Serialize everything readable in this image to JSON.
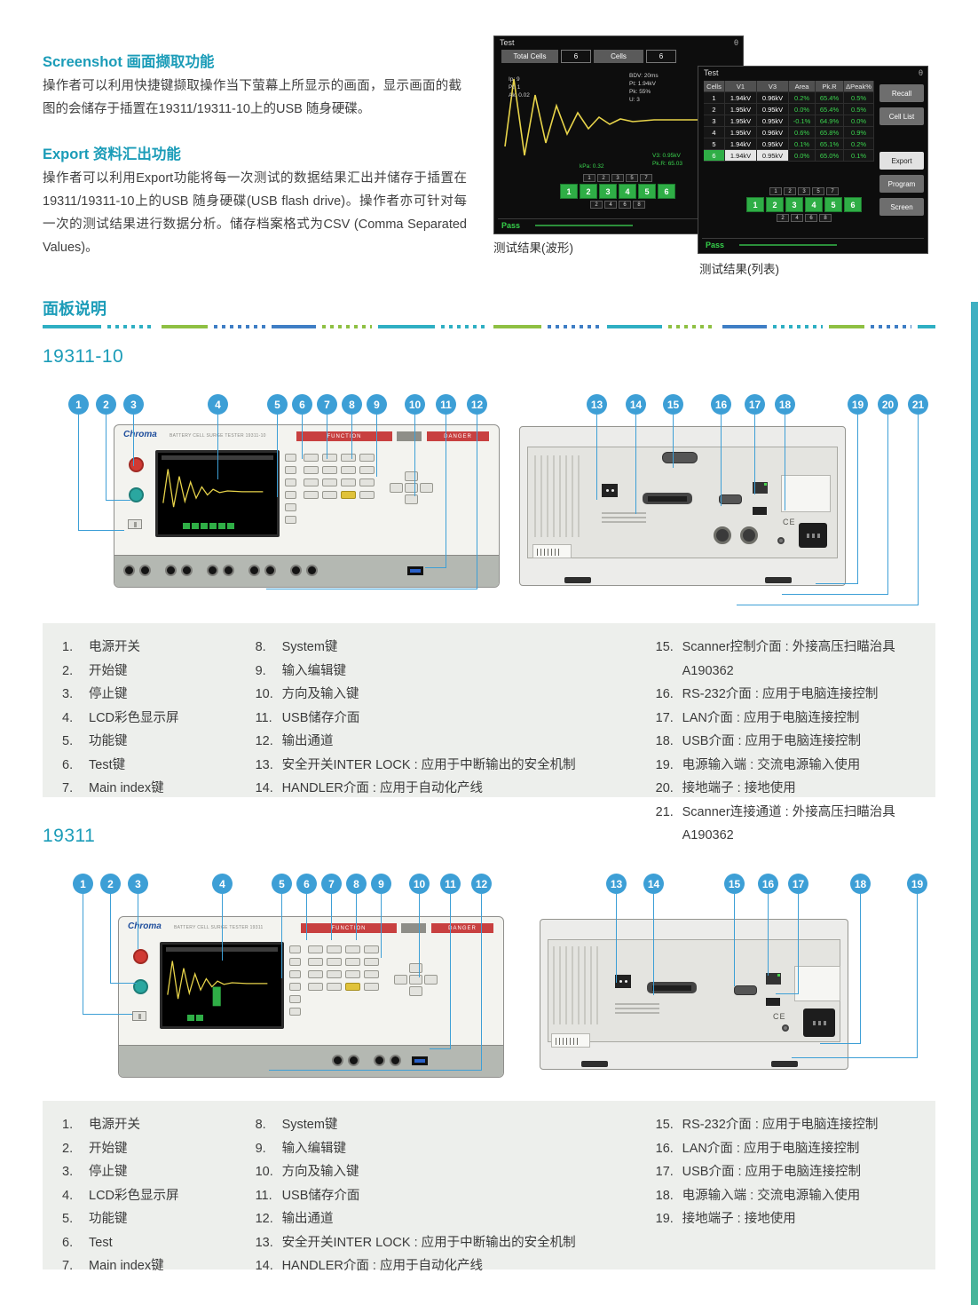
{
  "theme": {
    "accent": "#1b9cb8",
    "callout_blue": "#3d9fd6",
    "pass_green": "#35d04a",
    "wave_yellow": "#e8d44a"
  },
  "intro": {
    "screenshot_title": "Screenshot 画面撷取功能",
    "screenshot_body": "操作者可以利用快捷键撷取操作当下萤幕上所显示的画面，显示画面的截图的会储存于插置在19311/19311-10上的USB 随身硬碟。",
    "export_title": "Export 资料汇出功能",
    "export_body": "操作者可以利用Export功能将每一次测试的数据结果汇出并储存于插置在19311/19311-10上的USB 随身硬碟(USB flash drive)。操作者亦可针对每一次的测试结果进行数据分析。储存档案格式为CSV (Comma Separated Values)。"
  },
  "screens": {
    "wave": {
      "caption": "测试结果(波形)",
      "title": "Test",
      "corner": "θ",
      "header": [
        "Total Cells",
        "6",
        "Cells",
        "6"
      ],
      "ann_left": [
        "Ip: 9",
        "Pt: 1",
        "Ak: 0.02"
      ],
      "ann_right": [
        "BDV: 20ms",
        "Pt: 1.94kV",
        "Pk: 55%",
        "U: 3"
      ],
      "ann_mid": "kPa: 0.32",
      "ann_bottom": [
        "V3: 0.95kV",
        "Pk.R: 65.03"
      ],
      "grid_top": [
        "1",
        "2",
        "3",
        "5",
        "7"
      ],
      "grid_main": [
        "1",
        "2",
        "3",
        "4",
        "5",
        "6"
      ],
      "grid_bottom": [
        "2",
        "4",
        "6",
        "8"
      ],
      "status": "Pass"
    },
    "list": {
      "caption": "测试结果(列表)",
      "title": "Test",
      "corner": "θ",
      "headers": [
        "Cells",
        "V1",
        "V3",
        "Area",
        "Pk.R",
        "ΔPeak%"
      ],
      "rows": [
        {
          "c": "1",
          "v1": "1.94kV",
          "v3": "0.96kV",
          "area": "0.2%",
          "pkr": "65.4%",
          "dpeak": "0.5%"
        },
        {
          "c": "2",
          "v1": "1.95kV",
          "v3": "0.95kV",
          "area": "0.0%",
          "pkr": "65.4%",
          "dpeak": "0.5%"
        },
        {
          "c": "3",
          "v1": "1.95kV",
          "v3": "0.95kV",
          "area": "-0.1%",
          "pkr": "64.9%",
          "dpeak": "0.0%"
        },
        {
          "c": "4",
          "v1": "1.95kV",
          "v3": "0.96kV",
          "area": "0.6%",
          "pkr": "65.8%",
          "dpeak": "0.9%"
        },
        {
          "c": "5",
          "v1": "1.94kV",
          "v3": "0.95kV",
          "area": "0.1%",
          "pkr": "65.1%",
          "dpeak": "0.2%"
        },
        {
          "c": "6",
          "v1": "1.94kV",
          "v3": "0.95kV",
          "area": "0.0%",
          "pkr": "65.0%",
          "dpeak": "0.1%"
        }
      ],
      "buttons": [
        "Recall",
        "Cell List",
        "Export",
        "Program",
        "Screen"
      ],
      "grid_top": [
        "1",
        "2",
        "3",
        "5",
        "7"
      ],
      "grid_main": [
        "1",
        "2",
        "3",
        "4",
        "5",
        "6"
      ],
      "grid_bottom": [
        "2",
        "4",
        "6",
        "8"
      ],
      "status": "Pass"
    }
  },
  "panel_section_title": "面板说明",
  "device_labels": {
    "logo": "Chroma",
    "function": "FUNCTION",
    "danger": "DANGER",
    "ce": "CE"
  },
  "m1": {
    "name": "19311-10",
    "subtitle": "BATTERY CELL SURGE TESTER 19311-10",
    "front_callouts": [
      "1",
      "2",
      "3",
      "4",
      "5",
      "6",
      "7",
      "8",
      "9",
      "10",
      "11",
      "12"
    ],
    "rear_callouts": [
      "13",
      "14",
      "15",
      "16",
      "17",
      "18",
      "19",
      "20",
      "21"
    ],
    "legend": {
      "c1": [
        {
          "n": "1.",
          "t": "电源开关"
        },
        {
          "n": "2.",
          "t": "开始键"
        },
        {
          "n": "3.",
          "t": "停止键"
        },
        {
          "n": "4.",
          "t": "LCD彩色显示屏"
        },
        {
          "n": "5.",
          "t": "功能键"
        },
        {
          "n": "6.",
          "t": "Test键"
        },
        {
          "n": "7.",
          "t": "Main index键"
        }
      ],
      "c2": [
        {
          "n": "8.",
          "t": "System键"
        },
        {
          "n": "9.",
          "t": "输入编辑键"
        },
        {
          "n": "10.",
          "t": "方向及输入键"
        },
        {
          "n": "11.",
          "t": "USB储存介面"
        },
        {
          "n": "12.",
          "t": "输出通道"
        },
        {
          "n": "13.",
          "t": "安全开关INTER LOCK : 应用于中断输出的安全机制"
        },
        {
          "n": "14.",
          "t": "HANDLER介面 : 应用于自动化产线"
        }
      ],
      "c3": [
        {
          "n": "15.",
          "t": "Scanner控制介面 : 外接高压扫瞄治具A190362"
        },
        {
          "n": "16.",
          "t": "RS-232介面 : 应用于电脑连接控制"
        },
        {
          "n": "17.",
          "t": "LAN介面 : 应用于电脑连接控制"
        },
        {
          "n": "18.",
          "t": "USB介面 : 应用于电脑连接控制"
        },
        {
          "n": "19.",
          "t": "电源输入端 : 交流电源输入使用"
        },
        {
          "n": "20.",
          "t": "接地端子 : 接地使用"
        },
        {
          "n": "21.",
          "t": "Scanner连接通道 : 外接高压扫瞄治具A190362"
        }
      ]
    }
  },
  "m2": {
    "name": "19311",
    "subtitle": "BATTERY CELL SURGE TESTER 19311",
    "front_callouts": [
      "1",
      "2",
      "3",
      "4",
      "5",
      "6",
      "7",
      "8",
      "9",
      "10",
      "11",
      "12"
    ],
    "rear_callouts": [
      "13",
      "14",
      "15",
      "16",
      "17",
      "18",
      "19"
    ],
    "legend": {
      "c1": [
        {
          "n": "1.",
          "t": "电源开关"
        },
        {
          "n": "2.",
          "t": "开始键"
        },
        {
          "n": "3.",
          "t": "停止键"
        },
        {
          "n": "4.",
          "t": "LCD彩色显示屏"
        },
        {
          "n": "5.",
          "t": "功能键"
        },
        {
          "n": "6.",
          "t": "Test"
        },
        {
          "n": "7.",
          "t": "Main index键"
        }
      ],
      "c2": [
        {
          "n": "8.",
          "t": "System键"
        },
        {
          "n": "9.",
          "t": "输入编辑键"
        },
        {
          "n": "10.",
          "t": "方向及输入键"
        },
        {
          "n": "11.",
          "t": "USB储存介面"
        },
        {
          "n": "12.",
          "t": "输出通道"
        },
        {
          "n": "13.",
          "t": "安全开关INTER LOCK : 应用于中断输出的安全机制"
        },
        {
          "n": "14.",
          "t": "HANDLER介面 : 应用于自动化产线"
        }
      ],
      "c3": [
        {
          "n": "15.",
          "t": "RS-232介面 : 应用于电脑连接控制"
        },
        {
          "n": "16.",
          "t": "LAN介面 : 应用于电脑连接控制"
        },
        {
          "n": "17.",
          "t": "USB介面 : 应用于电脑连接控制"
        },
        {
          "n": "18.",
          "t": "电源输入端 : 交流电源输入使用"
        },
        {
          "n": "19.",
          "t": "接地端子 : 接地使用"
        }
      ]
    }
  }
}
